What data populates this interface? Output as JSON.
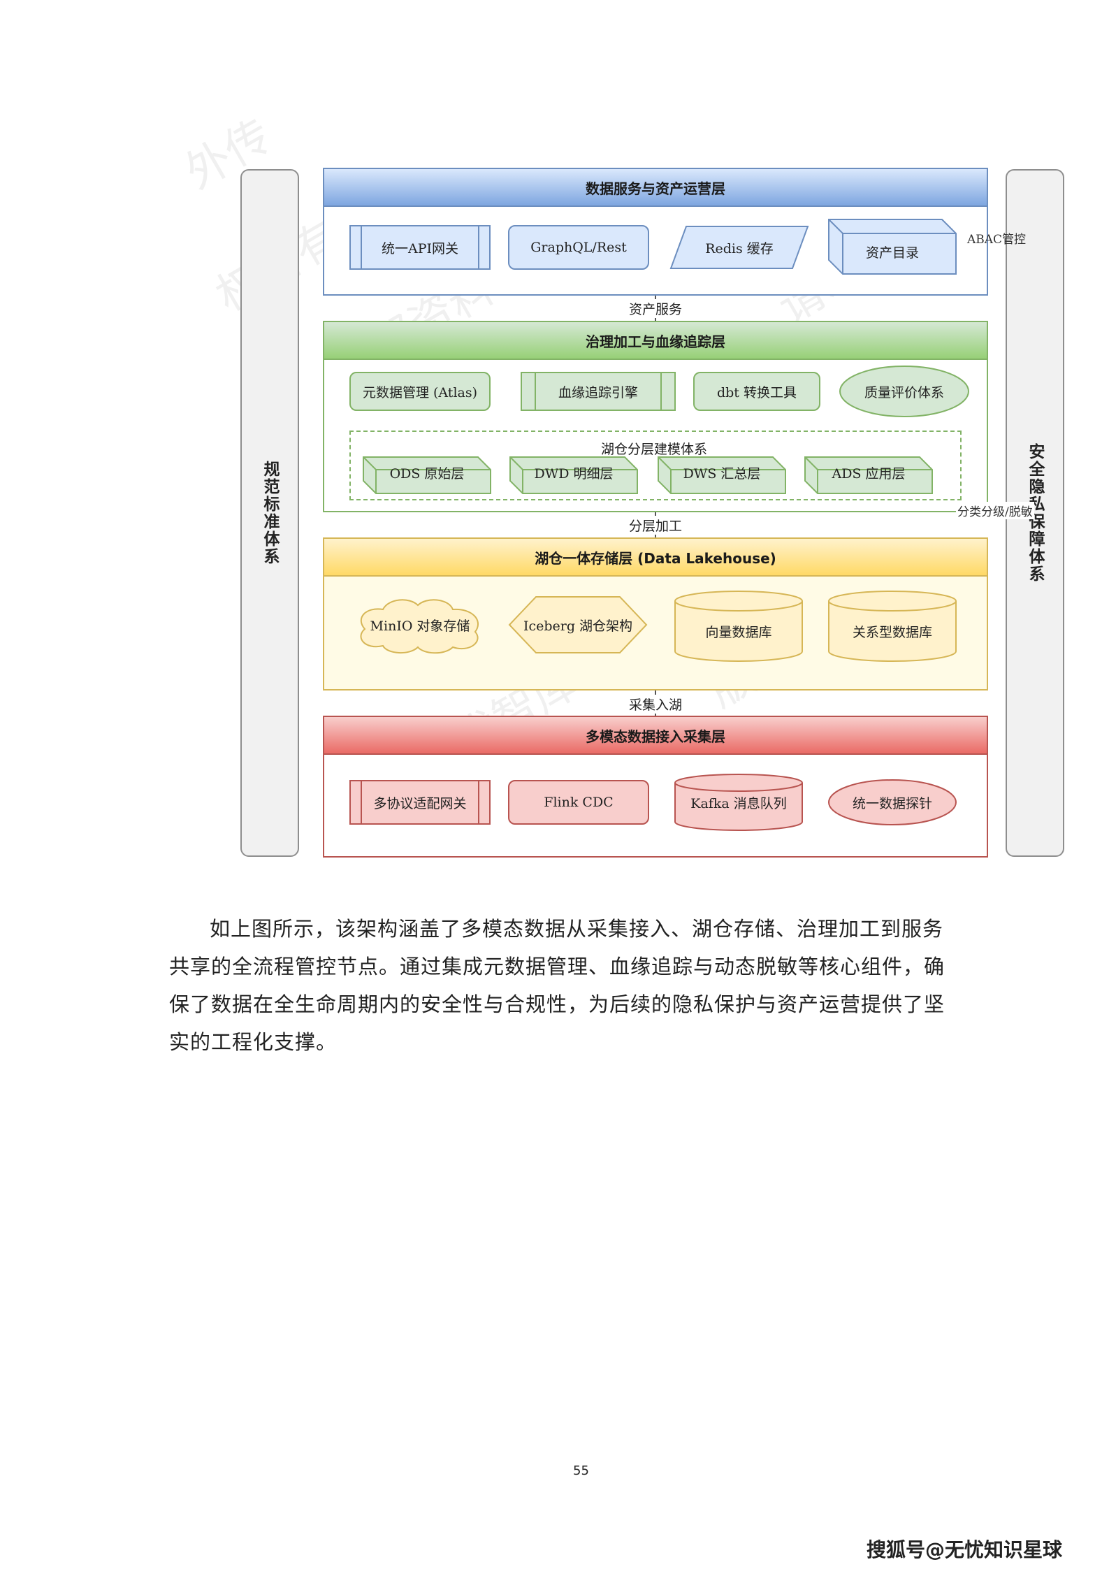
{
  "diagram": {
    "left_pillar": "规范标准体系",
    "right_pillar": "安全隐私保障体系",
    "layers": {
      "service": {
        "title": "数据服务与资产运营层",
        "components": [
          "统一API网关",
          "GraphQL/Rest",
          "Redis 缓存",
          "资产目录"
        ],
        "side_note": "ABAC管控"
      },
      "governance": {
        "title": "治理加工与血缘追踪层",
        "components": [
          "元数据管理 (Atlas)",
          "血缘追踪引擎",
          "dbt 转换工具",
          "质量评价体系"
        ],
        "modeling_group": {
          "title": "湖仓分层建模体系",
          "layers": [
            "ODS 原始层",
            "DWD 明细层",
            "DWS 汇总层",
            "ADS 应用层"
          ]
        },
        "side_note": "分类分级/脱敏"
      },
      "storage": {
        "title": "湖仓一体存储层 (Data Lakehouse)",
        "components": [
          "MinIO 对象存储",
          "Iceberg 湖仓架构",
          "向量数据库",
          "关系型数据库"
        ]
      },
      "ingestion": {
        "title": "多模态数据接入采集层",
        "components": [
          "多协议适配网关",
          "Flink CDC",
          "Kafka 消息队列",
          "统一数据探针"
        ]
      }
    },
    "connectors": [
      "资产服务",
      "分层加工",
      "采集入湖"
    ]
  },
  "paragraph": "如上图所示，该架构涵盖了多模态数据从采集接入、湖仓存储、治理加工到服务共享的全流程管控节点。通过集成元数据管理、血缘追踪与动态脱敏等核心组件，确保了数据在全生命周期内的安全性与合规性，为后续的隐私保护与资产运营提供了坚实的工程化支撑。",
  "page_number": "55",
  "footer": "搜狐号@无忧知识星球",
  "watermark": {
    "lines": [
      "外传",
      "权所有",
      "内部资料",
      "请勿外传",
      "©无忧智库",
      "版权所有"
    ]
  }
}
